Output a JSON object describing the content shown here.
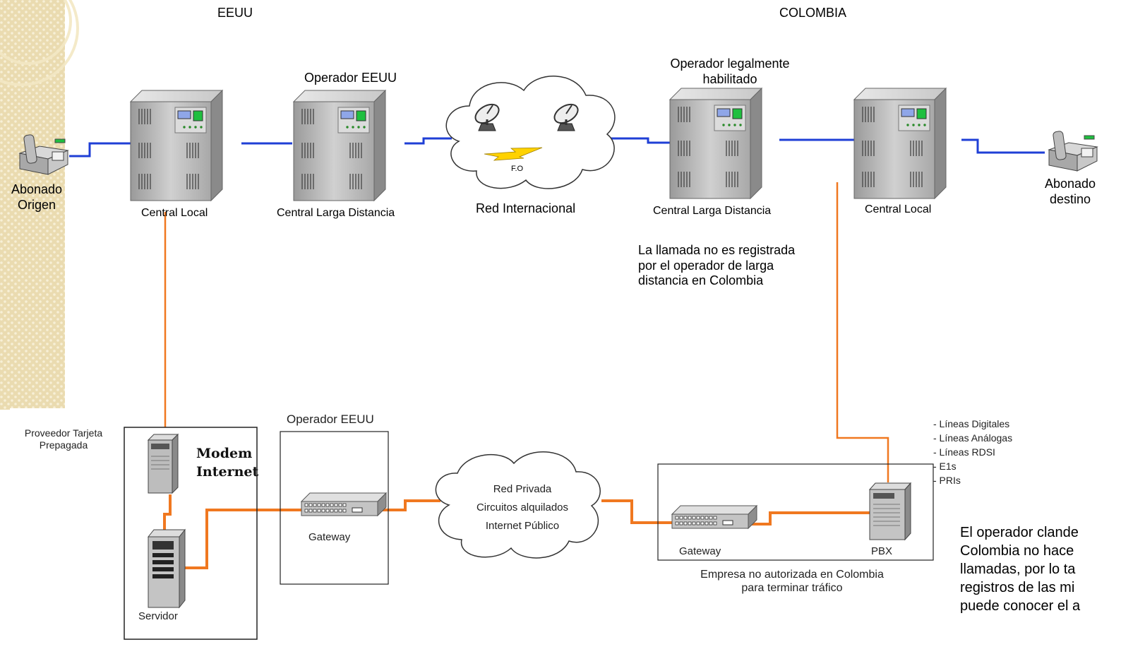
{
  "regions": {
    "left": "EEUU",
    "right": "COLOMBIA"
  },
  "top_labels": {
    "abonado_origen": [
      "Abonado",
      "Origen"
    ],
    "central_local_left": "Central Local",
    "operador_eeuu_top": "Operador EEUU",
    "central_larga_left": "Central Larga Distancia",
    "red_internacional": "Red Internacional",
    "fo": "F.O",
    "operador_legal": [
      "Operador legalmente",
      "habilitado"
    ],
    "central_larga_right": "Central Larga Distancia",
    "central_local_right": "Central Local",
    "abonado_destino": [
      "Abonado",
      "destino"
    ]
  },
  "note_registro": [
    "La llamada no es registrada",
    "por el operador de larga",
    "distancia en Colombia"
  ],
  "bottom_labels": {
    "proveedor": [
      "Proveedor Tarjeta",
      "Prepagada"
    ],
    "modem_internet": [
      "Modem",
      "Internet"
    ],
    "servidor": "Servidor",
    "operador_eeuu_bottom": "Operador EEUU",
    "gateway_left": "Gateway",
    "red_privada": [
      "Red Privada",
      "Circuitos alquilados",
      "Internet Público"
    ],
    "gateway_right": "Gateway",
    "pbx": "PBX",
    "empresa": [
      "Empresa no autorizada en Colombia",
      "para terminar tráfico"
    ],
    "lineas": [
      "- Líneas Digitales",
      "- Líneas Análogas",
      "- Líneas RDSI",
      "- E1s",
      "- PRIs"
    ]
  },
  "note_clandestino": [
    "El operador clande",
    "Colombia no hace",
    "llamadas, por lo ta",
    "registros de las mi",
    "puede conocer el a"
  ],
  "colors": {
    "blue_link": "#1f3fd6",
    "orange_link": "#f07820",
    "background_left_strip": "#e9d9a8",
    "equipment_gray": "#b8b8b8",
    "panel_green": "#1fbf3f"
  }
}
